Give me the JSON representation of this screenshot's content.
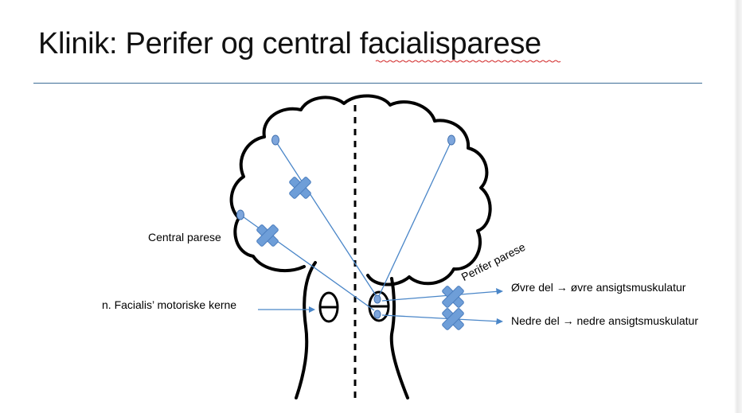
{
  "slide": {
    "title_prefix": "Klinik: Perifer og central ",
    "title_underlined": "facialisparese"
  },
  "labels": {
    "central_parese": "Central parese",
    "motor_nucleus": "n. Facialis’ motoriske kerne",
    "perifer_parese": "Perifer parese",
    "upper": "Øvre del → øvre ansigtsmuskulatur",
    "lower": "Nedre del → nedre ansigtsmuskulatur"
  },
  "colors": {
    "nerve_line": "#4a86c8",
    "neuron_fill": "#7ea6dc",
    "lesion_cross": "#6e9ed8",
    "outline": "#000000",
    "title_rule": "#3d6e96"
  },
  "icons": {
    "lesion": "x-cross-icon",
    "neuron": "neuron-dot-icon"
  }
}
